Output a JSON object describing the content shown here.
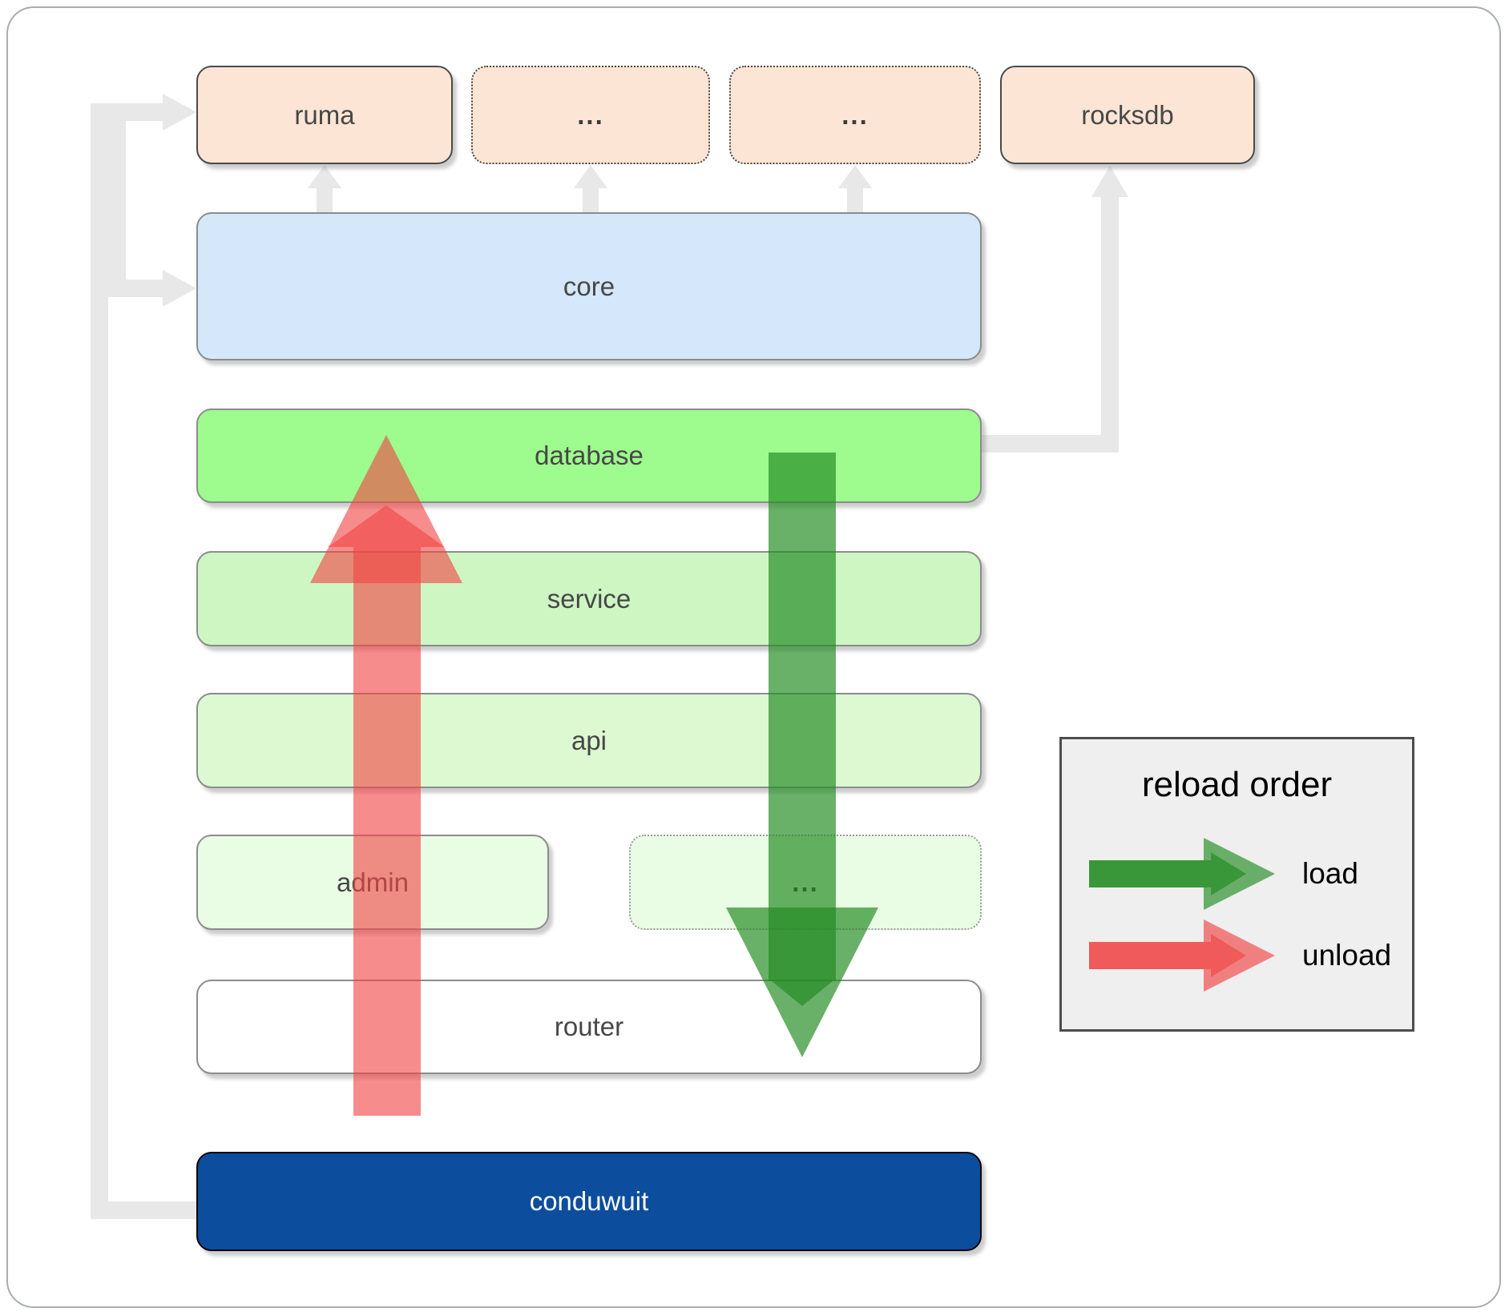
{
  "diagram": {
    "nodes": {
      "ruma": {
        "label": "ruma"
      },
      "dots_top_1": {
        "label": "..."
      },
      "dots_top_2": {
        "label": "..."
      },
      "rocksdb": {
        "label": "rocksdb"
      },
      "core": {
        "label": "core"
      },
      "database": {
        "label": "database"
      },
      "service": {
        "label": "service"
      },
      "api": {
        "label": "api"
      },
      "admin": {
        "label": "admin"
      },
      "dots_bottom": {
        "label": "..."
      },
      "router": {
        "label": "router"
      },
      "conduwuit": {
        "label": "conduwuit"
      }
    },
    "legend": {
      "title": "reload order",
      "items": [
        {
          "label": "load"
        },
        {
          "label": "unload"
        }
      ]
    },
    "colors": {
      "load_arrow": "#228B22",
      "unload_arrow": "#F04646",
      "connector": "#E8E8E8",
      "node_peach": "#FCE5D4",
      "node_blue": "#D5E7FA",
      "node_green_bright": "#9EFB8E",
      "node_green_light": "#CDF6C3",
      "node_green_lighter": "#DCF9D2",
      "node_green_faint": "#E9FCE4",
      "node_navy": "#0C4D9E"
    }
  }
}
